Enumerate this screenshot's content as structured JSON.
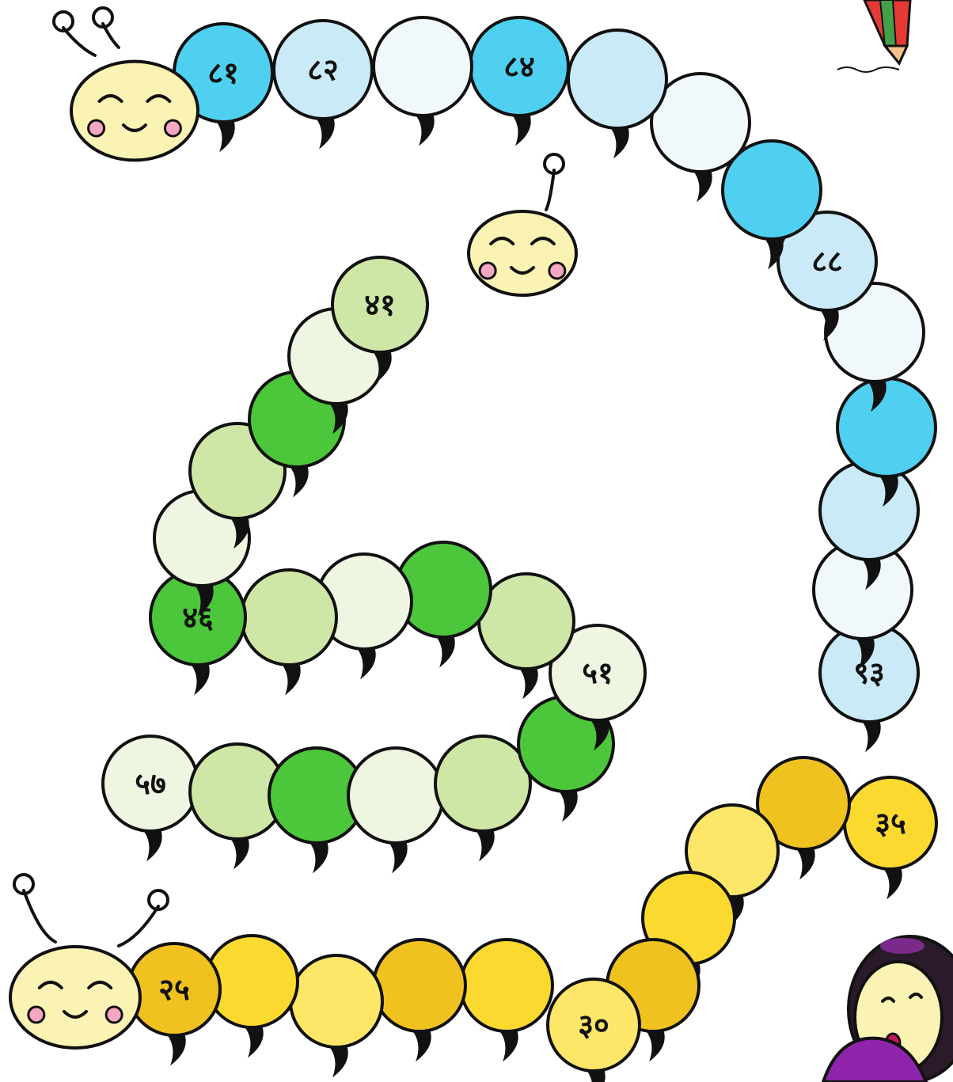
{
  "colors": {
    "blue_dark": "#4fd0f0",
    "blue_light": "#cbeaf8",
    "blue_pale": "#f1f8fc",
    "green_dark": "#4cc63a",
    "green_light": "#cfe7a6",
    "green_pale": "#eef5e0",
    "yellow_dark": "#f0c21f",
    "yellow_mid": "#fcd92f",
    "yellow_light": "#fde668",
    "head": "#fbf3b4",
    "cheek": "#f7a6c2",
    "foot": "#111111"
  },
  "caterpillars": [
    {
      "id": "blue",
      "labels": [
        {
          "index": 0,
          "text": "८१"
        },
        {
          "index": 1,
          "text": "८२"
        },
        {
          "index": 3,
          "text": "८४"
        },
        {
          "index": 7,
          "text": "८८"
        },
        {
          "index": 12,
          "text": "९३"
        }
      ]
    },
    {
      "id": "green",
      "labels": [
        {
          "index": 0,
          "text": "४१"
        },
        {
          "index": 5,
          "text": "४६"
        },
        {
          "index": 10,
          "text": "५१"
        },
        {
          "index": 16,
          "text": "५७"
        }
      ]
    },
    {
      "id": "yellow",
      "labels": [
        {
          "index": 0,
          "text": "२५"
        },
        {
          "index": 5,
          "text": "३०"
        },
        {
          "index": 10,
          "text": "३५"
        }
      ]
    }
  ],
  "decorations": {
    "pencil": "pencil-icon",
    "girl": "girl-illustration"
  }
}
